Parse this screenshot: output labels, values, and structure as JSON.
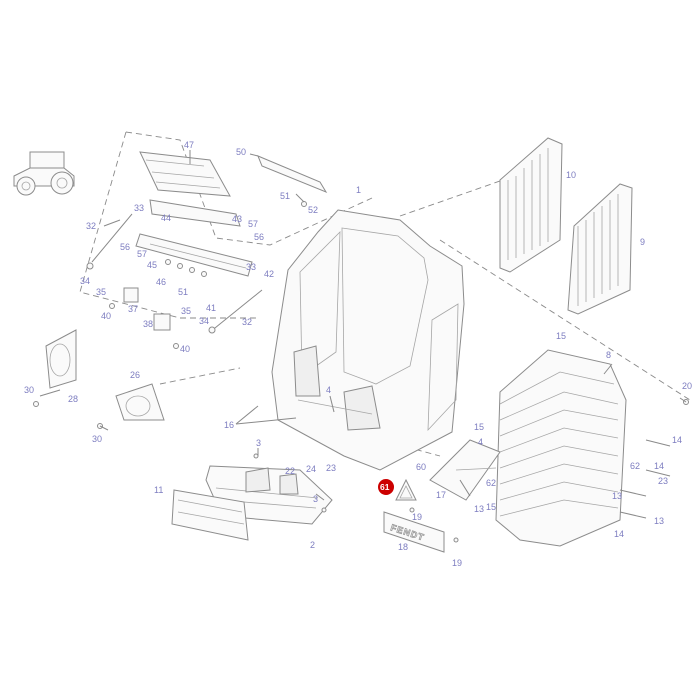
{
  "diagram": {
    "highlight_color": "#cc0000",
    "label_color": "#7d7dc0",
    "line_color": "#8a8a8a",
    "brand_badge": "FENDT",
    "labels": [
      {
        "id": "47",
        "text": "47"
      },
      {
        "id": "50",
        "text": "50"
      },
      {
        "id": "1",
        "text": "1"
      },
      {
        "id": "10",
        "text": "10"
      },
      {
        "id": "9",
        "text": "9"
      },
      {
        "id": "33a",
        "text": "33"
      },
      {
        "id": "44",
        "text": "44"
      },
      {
        "id": "43",
        "text": "43"
      },
      {
        "id": "57a",
        "text": "57"
      },
      {
        "id": "51a",
        "text": "51"
      },
      {
        "id": "52",
        "text": "52"
      },
      {
        "id": "32a",
        "text": "32"
      },
      {
        "id": "56a",
        "text": "56"
      },
      {
        "id": "56b",
        "text": "56"
      },
      {
        "id": "57b",
        "text": "57"
      },
      {
        "id": "45",
        "text": "45"
      },
      {
        "id": "33b",
        "text": "33"
      },
      {
        "id": "42",
        "text": "42"
      },
      {
        "id": "34a",
        "text": "34"
      },
      {
        "id": "35a",
        "text": "35"
      },
      {
        "id": "46",
        "text": "46"
      },
      {
        "id": "51b",
        "text": "51"
      },
      {
        "id": "41",
        "text": "41"
      },
      {
        "id": "37",
        "text": "37"
      },
      {
        "id": "40a",
        "text": "40"
      },
      {
        "id": "38",
        "text": "38"
      },
      {
        "id": "35b",
        "text": "35"
      },
      {
        "id": "34b",
        "text": "34"
      },
      {
        "id": "32b",
        "text": "32"
      },
      {
        "id": "40b",
        "text": "40"
      },
      {
        "id": "15a",
        "text": "15"
      },
      {
        "id": "8",
        "text": "8"
      },
      {
        "id": "26",
        "text": "26"
      },
      {
        "id": "30a",
        "text": "30"
      },
      {
        "id": "28",
        "text": "28"
      },
      {
        "id": "4a",
        "text": "4"
      },
      {
        "id": "20",
        "text": "20"
      },
      {
        "id": "16",
        "text": "16"
      },
      {
        "id": "30b",
        "text": "30"
      },
      {
        "id": "15b",
        "text": "15"
      },
      {
        "id": "4b",
        "text": "4"
      },
      {
        "id": "14a",
        "text": "14"
      },
      {
        "id": "3a",
        "text": "3"
      },
      {
        "id": "22",
        "text": "22"
      },
      {
        "id": "24",
        "text": "24"
      },
      {
        "id": "23a",
        "text": "23"
      },
      {
        "id": "60",
        "text": "60"
      },
      {
        "id": "62a",
        "text": "62"
      },
      {
        "id": "14b",
        "text": "14"
      },
      {
        "id": "23b",
        "text": "23"
      },
      {
        "id": "11",
        "text": "11"
      },
      {
        "id": "61",
        "text": "61"
      },
      {
        "id": "62b",
        "text": "62"
      },
      {
        "id": "3b",
        "text": "3"
      },
      {
        "id": "17",
        "text": "17"
      },
      {
        "id": "15c",
        "text": "15"
      },
      {
        "id": "13a",
        "text": "13"
      },
      {
        "id": "13b",
        "text": "13"
      },
      {
        "id": "19a",
        "text": "19"
      },
      {
        "id": "13c",
        "text": "13"
      },
      {
        "id": "2",
        "text": "2"
      },
      {
        "id": "18",
        "text": "18"
      },
      {
        "id": "14c",
        "text": "14"
      },
      {
        "id": "19b",
        "text": "19"
      }
    ]
  }
}
